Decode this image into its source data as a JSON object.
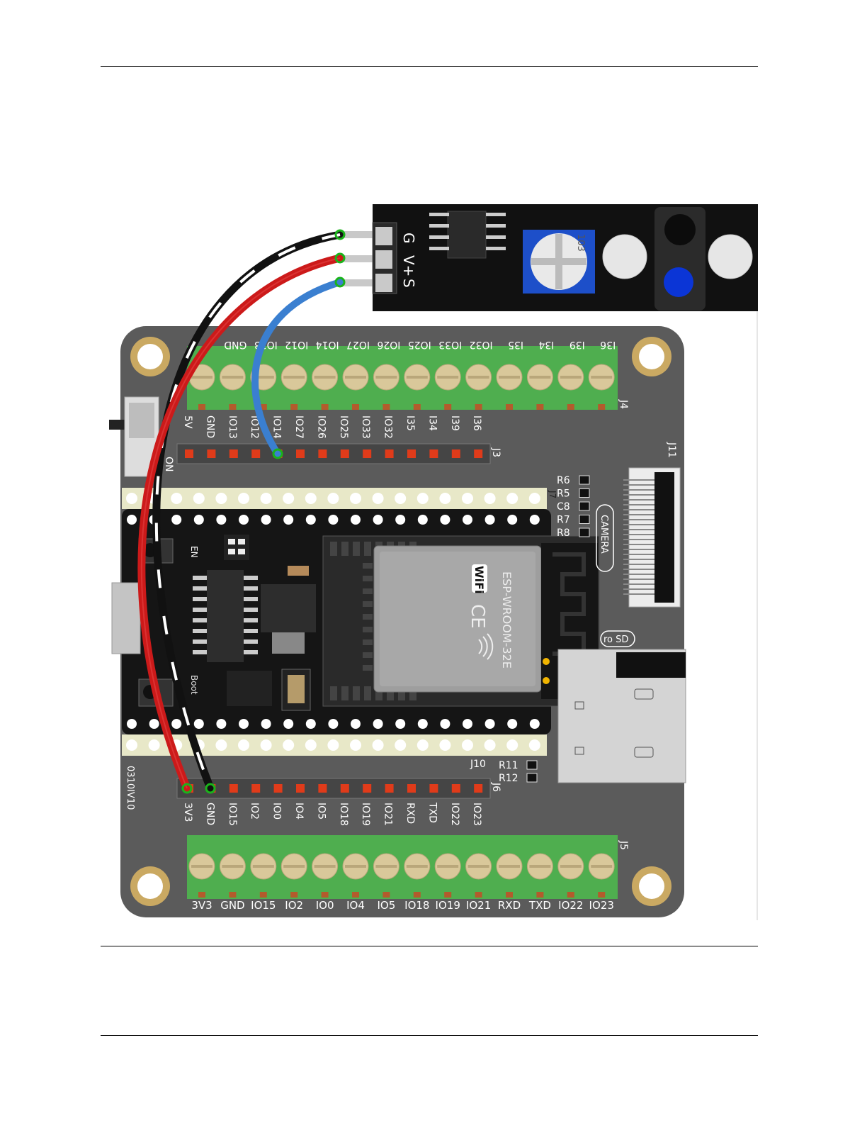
{
  "sensor": {
    "pins": [
      "G",
      "V+",
      "S"
    ],
    "pot_label": "103"
  },
  "board": {
    "top_terminal_labels": [
      "GND",
      "IO13",
      "IO12",
      "IO14",
      "IO27",
      "IO26",
      "IO25",
      "IO33",
      "IO32",
      "I35",
      "I34",
      "I39",
      "I36"
    ],
    "top_header_labels": [
      "5V",
      "GND",
      "IO13",
      "IO12",
      "IO14",
      "IO27",
      "IO26",
      "IO25",
      "IO33",
      "IO32",
      "I35",
      "I34",
      "I39",
      "I36"
    ],
    "bottom_header_labels": [
      "3V3",
      "GND",
      "IO15",
      "IO2",
      "IO0",
      "IO4",
      "IO5",
      "IO18",
      "IO19",
      "IO21",
      "RXD",
      "TXD",
      "IO22",
      "IO23"
    ],
    "bottom_terminal_labels": [
      "3V3",
      "GND",
      "IO15",
      "IO2",
      "IO0",
      "IO4",
      "IO5",
      "IO18",
      "IO19",
      "IO21",
      "RXD",
      "TXD",
      "IO22",
      "IO23"
    ],
    "ref_j4": "J4",
    "ref_j3": "J3",
    "ref_j5": "J5",
    "ref_j6": "J6",
    "ref_j7": "J7",
    "ref_j10": "J10",
    "ref_j11": "J11",
    "resistors_right": [
      "R6",
      "R5",
      "C8",
      "R7",
      "R8"
    ],
    "resistors_bottom": [
      "R11",
      "R12"
    ],
    "camera_label": "CAMERA",
    "sd_label": "ro SD",
    "switch_label": "ON",
    "version": "0310IV10",
    "en_label": "EN",
    "boot_label": "Boot"
  },
  "module": {
    "name": "ESP-WROOM-32E",
    "wifi_label": "WiFi",
    "ce_label": "CE"
  },
  "colors": {
    "board": "#5b5b5b",
    "terminal_green": "#4fae4f",
    "screw": "#d9c89a",
    "wire_red": "#cc1a1a",
    "wire_blue": "#3a7fd0",
    "wire_black": "#111111",
    "module": "#9e9e9e",
    "pot": "#1d4fc9"
  }
}
